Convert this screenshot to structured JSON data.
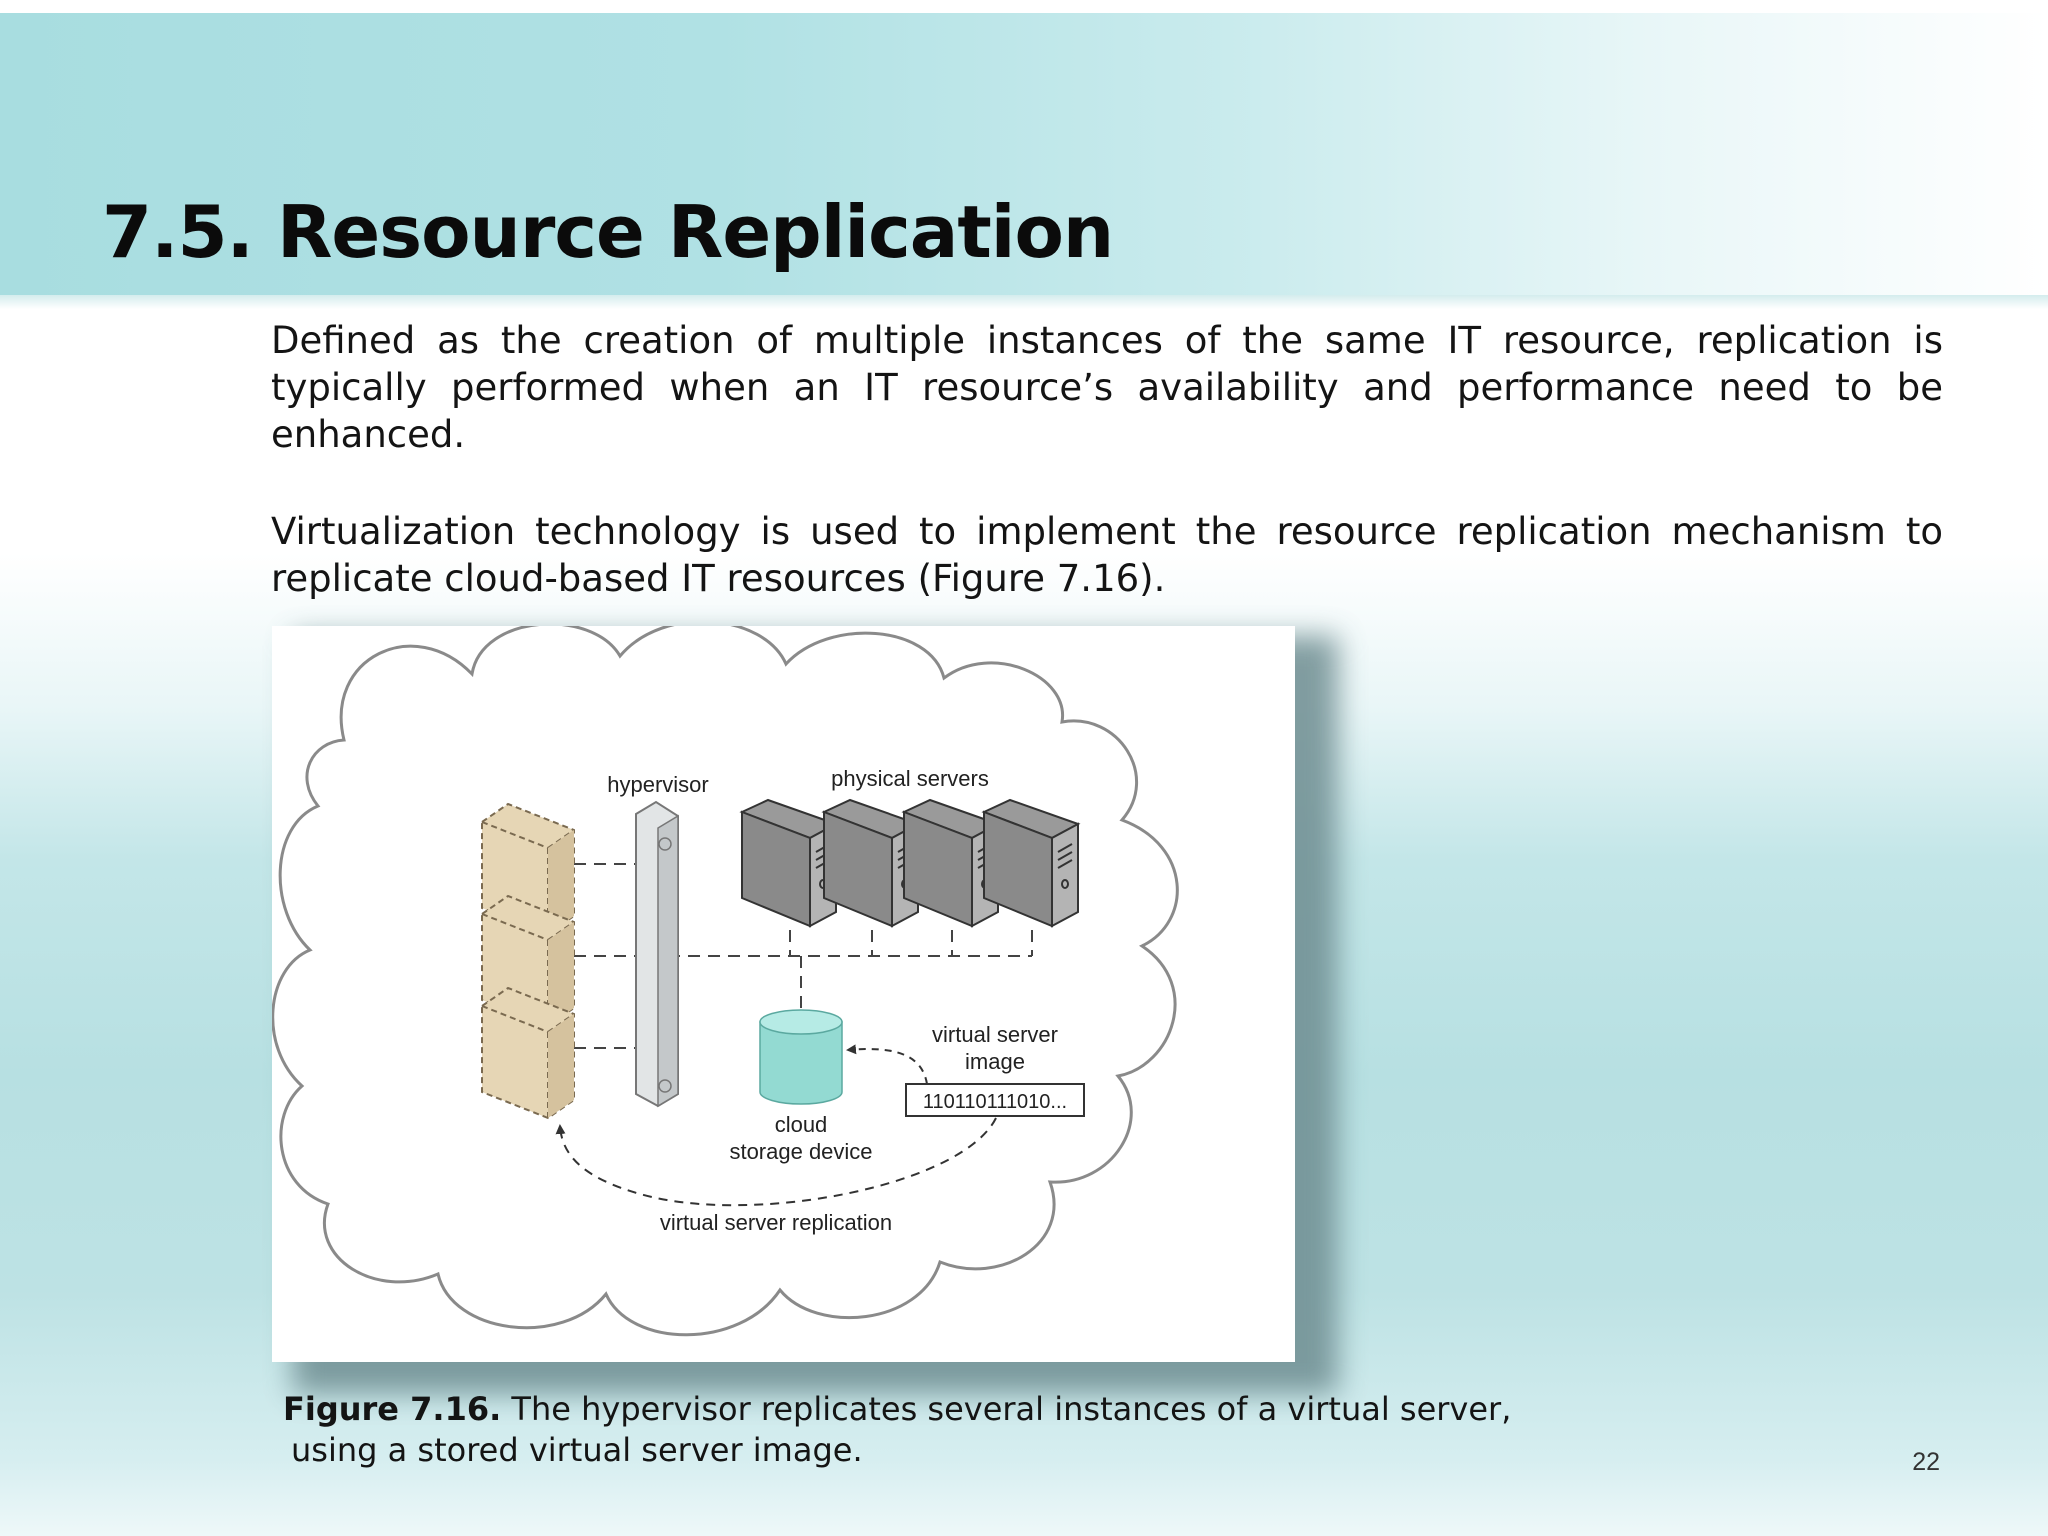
{
  "slide": {
    "title": "7.5. Resource Replication",
    "paragraphs": [
      "Defined as the creation of multiple instances of the same IT resource, replication is typically performed when an IT resource’s availability and performance need to be enhanced.",
      "Virtualization technology is used to implement the resource replication mechanism to replicate cloud-based IT resources (Figure 7.16)."
    ],
    "page_number": "22"
  },
  "figure": {
    "labels": {
      "hypervisor": "hypervisor",
      "physical_servers": "physical servers",
      "vs_image_line1": "virtual server",
      "vs_image_line2": "image",
      "binary": "110110111010...",
      "storage_line1": "cloud",
      "storage_line2": "storage device",
      "replication": "virtual server replication"
    },
    "caption_label": "Figure 7.16.",
    "caption_line1": "The hypervisor replicates several instances of a virtual server,",
    "caption_line2": "using a stored virtual server image.",
    "colors": {
      "cloud_outline": "#8a8a8a",
      "physical_server": "#8a8a8a",
      "virtual_server": "#e6d6b5",
      "hypervisor": "#d9dcdd",
      "storage_device": "#93dad2"
    }
  }
}
